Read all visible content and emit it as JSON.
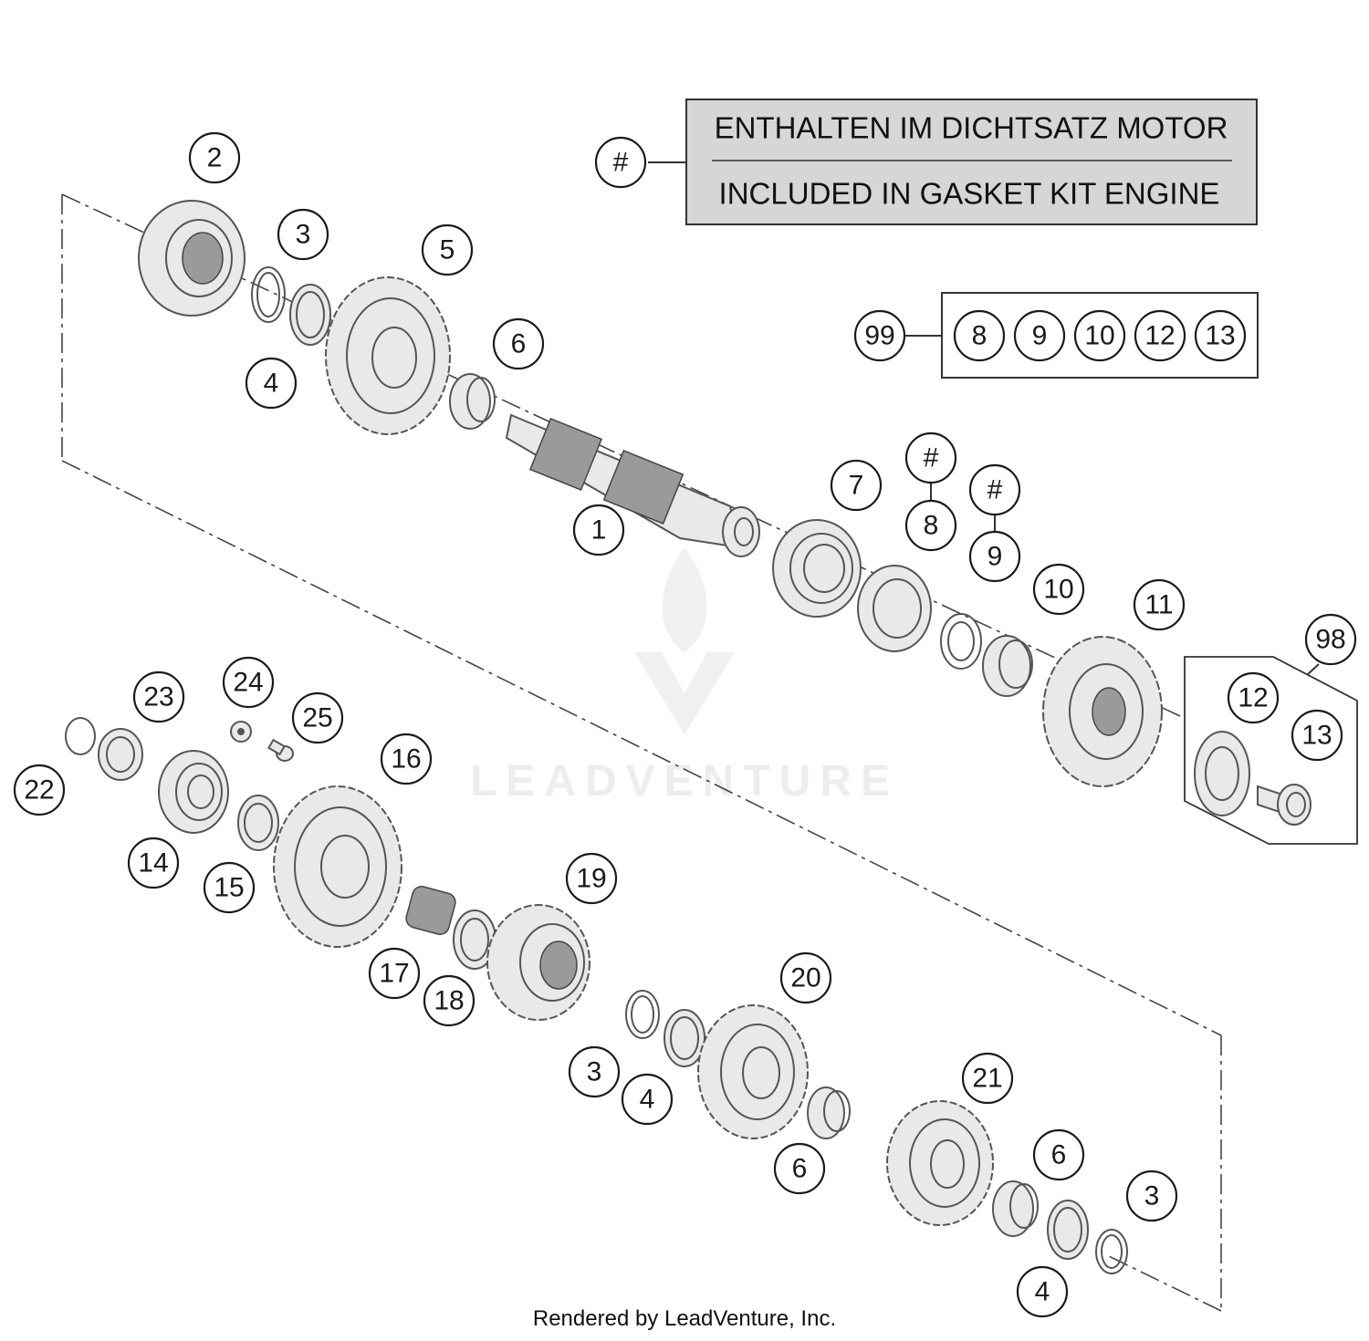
{
  "note": {
    "symbol": "#",
    "line_de": "ENTHALTEN IM DICHTSATZ MOTOR",
    "line_en": "INCLUDED IN GASKET KIT ENGINE"
  },
  "kit99": {
    "number": "99",
    "members": [
      "8",
      "9",
      "10",
      "12",
      "13"
    ]
  },
  "kit98": {
    "number": "98",
    "members": [
      "12",
      "13"
    ]
  },
  "callouts": [
    "2",
    "3",
    "5",
    "4",
    "6",
    "1",
    "7",
    "#",
    "8",
    "#",
    "9",
    "10",
    "11",
    "23",
    "24",
    "25",
    "22",
    "16",
    "14",
    "15",
    "19",
    "17",
    "18",
    "20",
    "3",
    "4",
    "6",
    "21",
    "6",
    "3",
    "4"
  ],
  "watermark": "LEADVENTURE",
  "footer": "Rendered by LeadVenture, Inc."
}
